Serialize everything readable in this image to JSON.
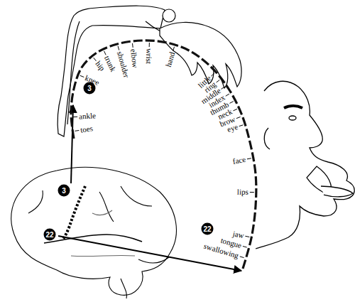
{
  "diagram": {
    "labels": [
      "toes",
      "ankle",
      "knee",
      "hip",
      "trunk",
      "shoulder",
      "elbow",
      "wrist",
      "hand",
      "little",
      "ring",
      "middle",
      "index",
      "thumb",
      "neck",
      "brow",
      "eye",
      "face",
      "lips",
      "jaw",
      "tongue",
      "swallowing",
      "3",
      "22",
      "3",
      "22"
    ]
  }
}
